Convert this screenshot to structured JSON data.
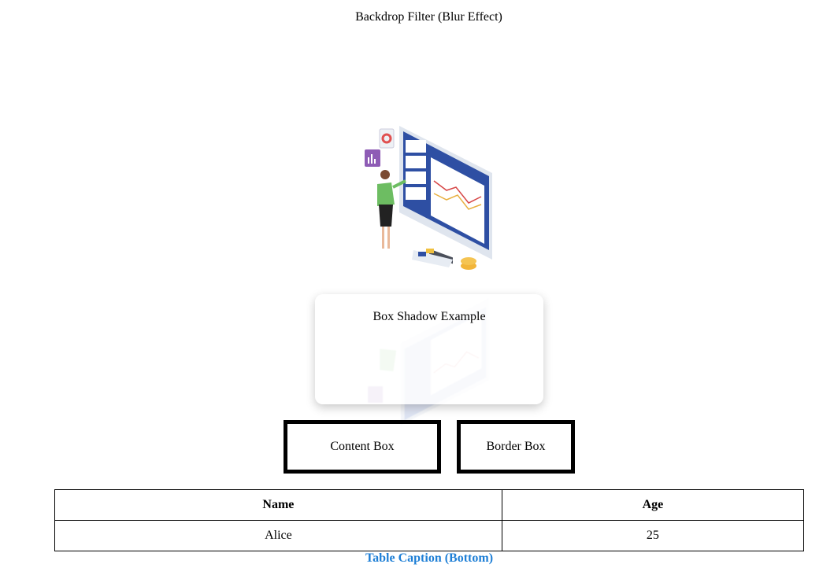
{
  "header": {
    "title": "Backdrop Filter (Blur Effect)"
  },
  "illustration": {
    "icon": "dashboard-illustration-icon",
    "description": "Woman presenting analytics dashboard on monitor"
  },
  "shadow_card": {
    "label": "Box Shadow Example"
  },
  "boxes": {
    "content_box": "Content Box",
    "border_box": "Border Box"
  },
  "table": {
    "headers": [
      "Name",
      "Age"
    ],
    "rows": [
      [
        "Alice",
        "25"
      ]
    ],
    "caption": "Table Caption (Bottom)"
  },
  "colors": {
    "caption": "#1e7fd6",
    "border": "#000000"
  }
}
